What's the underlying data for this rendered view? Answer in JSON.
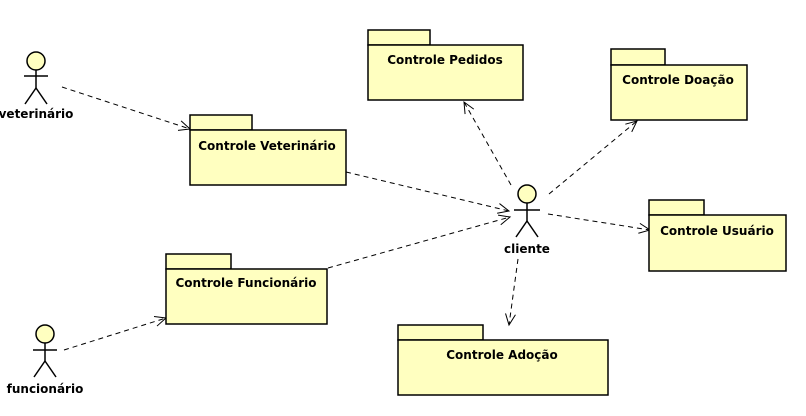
{
  "diagram": {
    "actors": {
      "veterinario": "veterinário",
      "cliente": "cliente",
      "funcionario": "funcionário"
    },
    "packages": {
      "pedidos": "Controle Pedidos",
      "doacao": "Controle Doação",
      "veterinario": "Controle Veterinário",
      "usuario": "Controle Usuário",
      "funcionario": "Controle Funcionário",
      "adocao": "Controle Adoção"
    },
    "colors": {
      "package_fill": "#ffffc0",
      "actor_head_fill": "#ffffc0",
      "stroke": "#000000",
      "background": "#ffffff"
    }
  }
}
